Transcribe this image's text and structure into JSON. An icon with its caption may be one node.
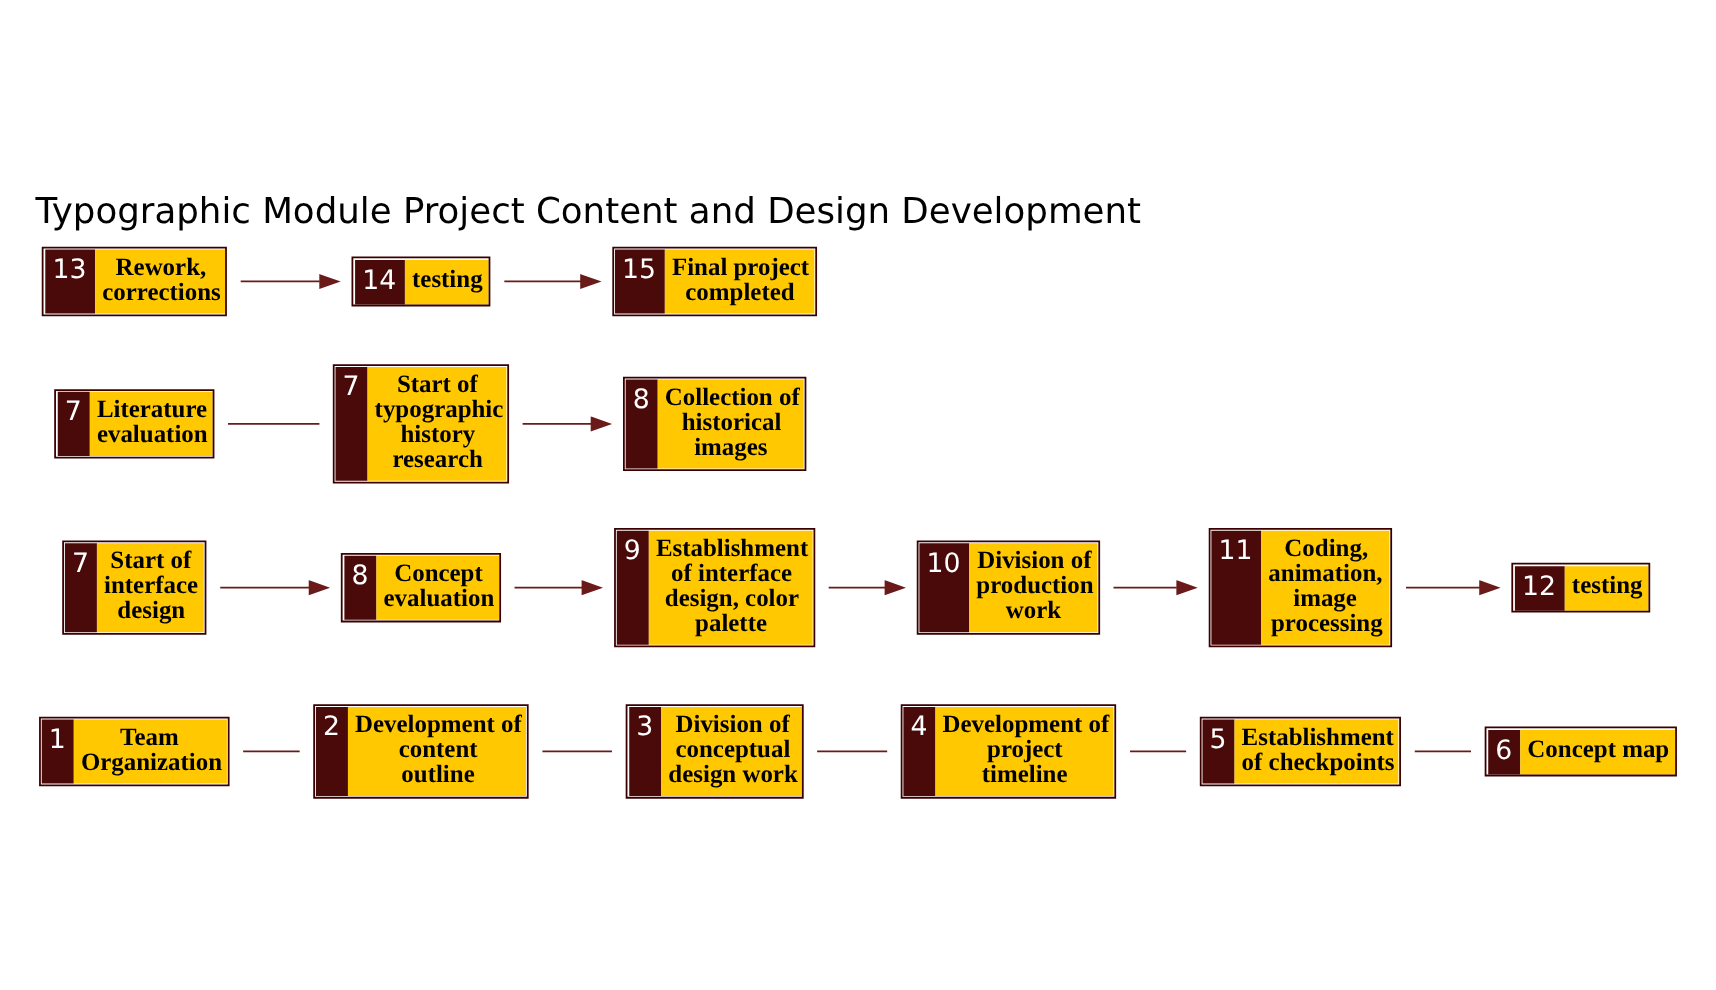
{
  "diagram": {
    "title": "Typographic Module Project Content and Design Development",
    "nodes": [
      {
        "text": [
          "1",
          "Team Organization"
        ]
      },
      {
        "text": [
          "2",
          "Development of content outline"
        ]
      },
      {
        "text": [
          "3",
          "Division of conceptual design work"
        ]
      },
      {
        "text": [
          "4",
          "Development of project timeline"
        ]
      },
      {
        "text": [
          "5",
          "Establishment of checkpoints"
        ]
      },
      {
        "text": [
          "6",
          "Concept map"
        ]
      },
      {
        "text": [
          "7",
          "Start of interface design"
        ]
      },
      {
        "text": [
          "8",
          "Concept evaluation"
        ]
      },
      {
        "text": [
          "7",
          "Start of typographic history research"
        ]
      },
      {
        "text": [
          "8",
          "Collection of historical images"
        ]
      },
      {
        "text": [
          "7",
          "Literature evaluation"
        ]
      },
      {
        "text": [
          "9",
          "Establishment of interface design, color palette"
        ]
      },
      {
        "text": [
          "10",
          "Division of production work"
        ]
      },
      {
        "text": [
          "11",
          "Coding, animation, image processing"
        ]
      },
      {
        "text": [
          "12",
          "testing"
        ]
      },
      {
        "text": [
          "13",
          "Rework, corrections"
        ]
      },
      {
        "text": [
          "14",
          "testing"
        ]
      },
      {
        "text": [
          "15",
          "Final project completed"
        ]
      }
    ],
    "edges": [
      {
        "from": 0,
        "to": 1,
        "arrow": "none"
      },
      {
        "from": 1,
        "to": 2,
        "arrow": "none"
      },
      {
        "from": 2,
        "to": 3,
        "arrow": "none"
      },
      {
        "from": 3,
        "to": 4,
        "arrow": "none"
      },
      {
        "from": 4,
        "to": 5,
        "arrow": "none"
      },
      {
        "from": 6,
        "to": 7,
        "arrow": "to"
      },
      {
        "from": 7,
        "to": 11,
        "arrow": "to"
      },
      {
        "from": 8,
        "to": 9,
        "arrow": "to"
      },
      {
        "from": 10,
        "to": 8,
        "arrow": "none"
      },
      {
        "from": 11,
        "to": 12,
        "arrow": "to"
      },
      {
        "from": 12,
        "to": 13,
        "arrow": "to"
      },
      {
        "from": 13,
        "to": 14,
        "arrow": "to"
      },
      {
        "from": 15,
        "to": 16,
        "arrow": "to"
      },
      {
        "from": 16,
        "to": 17,
        "arrow": "to"
      }
    ]
  }
}
